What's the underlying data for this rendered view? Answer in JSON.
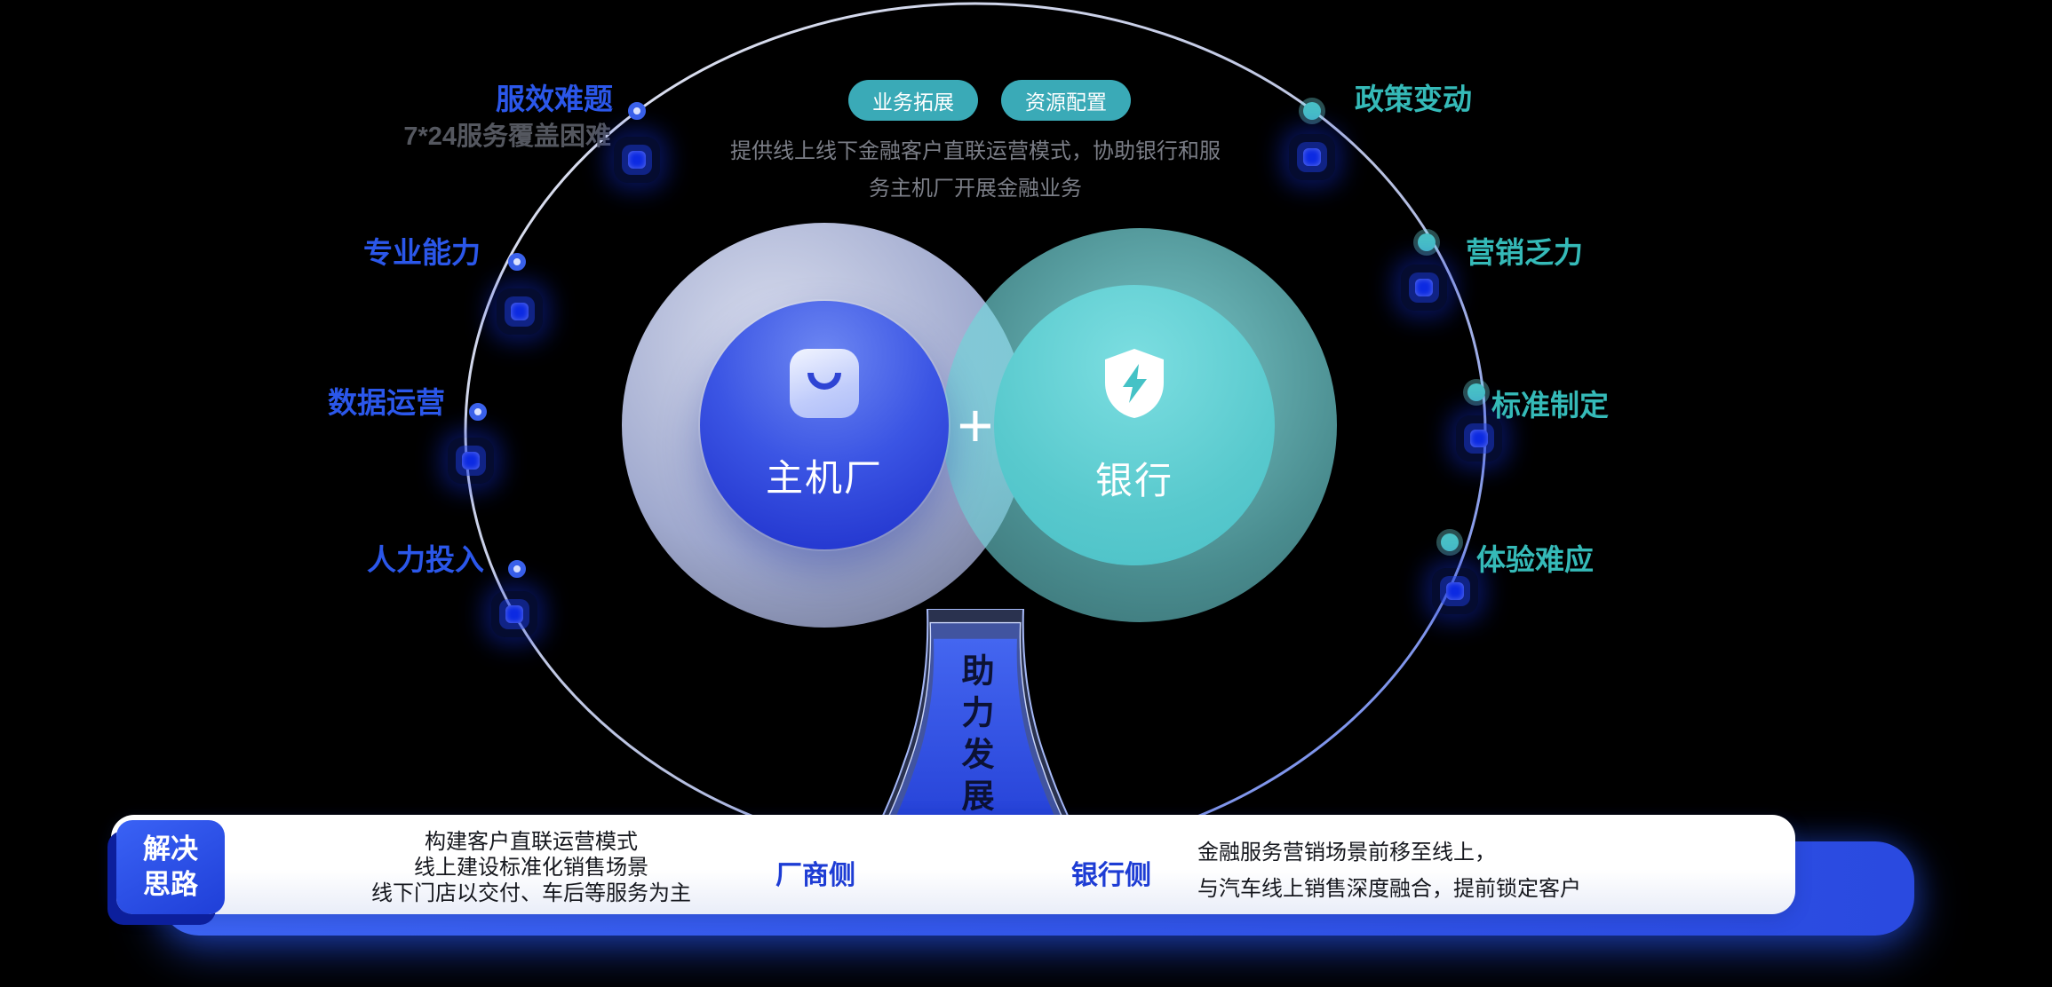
{
  "pills": {
    "pill1": "业务拓展",
    "pill2": "资源配置"
  },
  "description": {
    "line1": "提供线上线下金融客户直联运营模式，协助银行和服",
    "line2": "务主机厂开展金融业务"
  },
  "center": {
    "left_circle_label": "主机厂",
    "right_circle_label": "银行",
    "plus": "+"
  },
  "left_items": [
    {
      "label": "服效难题",
      "sub": "7*24服务覆盖困难"
    },
    {
      "label": "专业能力"
    },
    {
      "label": "数据运营"
    },
    {
      "label": "人力投入"
    }
  ],
  "right_items": [
    {
      "label": "政策变动"
    },
    {
      "label": "营销乏力"
    },
    {
      "label": "标准制定"
    },
    {
      "label": "体验难应"
    }
  ],
  "trunk": {
    "vertical_text": "助力发展"
  },
  "solution_bar": {
    "badge_line1": "解决",
    "badge_line2": "思路",
    "manufacturer_text_lines": [
      "构建客户直联运营模式",
      "线上建设标准化销售场景",
      "线下门店以交付、车后等服务为主"
    ],
    "manufacturer_label": "厂商侧",
    "bank_label": "银行侧",
    "bank_text_lines": [
      "金融服务营销场景前移至线上，",
      "与汽车线上销售深度融合，提前锁定客户"
    ]
  },
  "colors": {
    "background": "#000000",
    "accent_blue": "#2b57ea",
    "accent_teal": "#35bab8",
    "pill_teal": "#3aaab7",
    "bar_blue": "#2a4ae0"
  }
}
